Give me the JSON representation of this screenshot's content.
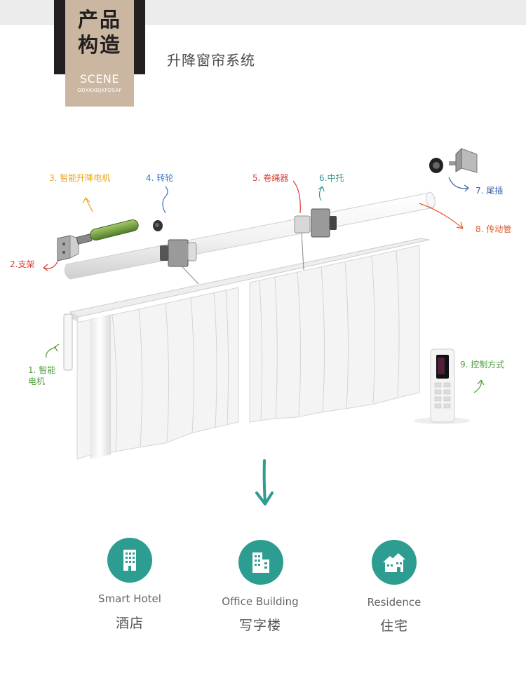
{
  "header": {
    "badge_line1": "产品",
    "badge_line2": "构造",
    "scene": "SCENE",
    "scene_sub": "ODXKXOJKFDSAF",
    "section_title": "升降窗帘系统"
  },
  "components": [
    {
      "id": "motor",
      "text": "1. 智能",
      "text2": "电机",
      "color": "#4e9a3a"
    },
    {
      "id": "bracket",
      "text": "2.支架",
      "color": "#d63c30"
    },
    {
      "id": "lift-motor",
      "text": "3. 智能升降电机",
      "color": "#e8a317"
    },
    {
      "id": "wheel",
      "text": "4. 转轮",
      "color": "#3a78c6"
    },
    {
      "id": "reel",
      "text": "5. 卷绳器",
      "color": "#d63c30"
    },
    {
      "id": "mid-support",
      "text": "6.中托",
      "color": "#2d9d92"
    },
    {
      "id": "end-plug",
      "text": "7. 尾插",
      "color": "#3a5fa8"
    },
    {
      "id": "drive-tube",
      "text": "8. 传动管",
      "color": "#e55a2b"
    },
    {
      "id": "control",
      "text": "9. 控制方式",
      "color": "#4e9a3a"
    }
  ],
  "applications": [
    {
      "en": "Smart Hotel",
      "cn": "酒店",
      "icon": "hotel-icon"
    },
    {
      "en": "Office Building",
      "cn": "写字楼",
      "icon": "office-building-icon"
    },
    {
      "en": "Residence",
      "cn": "住宅",
      "icon": "house-icon"
    }
  ],
  "colors": {
    "accent": "#2d9d92",
    "badge_dark": "#231f20",
    "badge_light": "#cbb7a1"
  }
}
